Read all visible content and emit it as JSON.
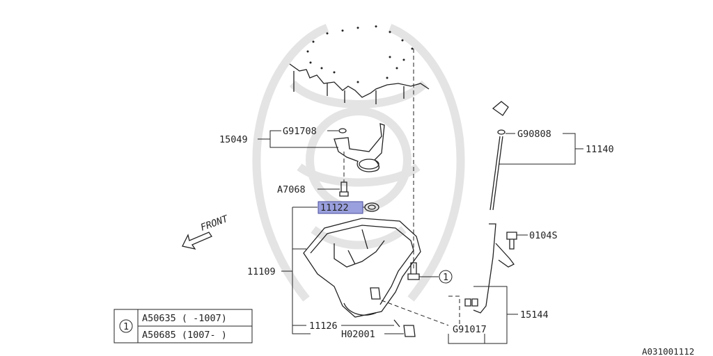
{
  "parts": {
    "p15049": "15049",
    "pG91708": "G91708",
    "pA7068": "A7068",
    "p11122": "11122",
    "p11109": "11109",
    "p11126": "11126",
    "pH02001": "H02001",
    "pG90808": "G90808",
    "p11140": "11140",
    "p0104S": "0104S",
    "p15144": "15144",
    "pG91017": "G91017"
  },
  "front_label": "FRONT",
  "callout_ref": "1",
  "legend": {
    "marker": "1",
    "rows": [
      "A50635 ( -1007)",
      "A50685 (1007- )"
    ]
  },
  "diagram_id": "A031001112",
  "colors": {
    "highlight": "#9aa0dd",
    "line": "#222222",
    "watermark": "#e4e4e4"
  }
}
